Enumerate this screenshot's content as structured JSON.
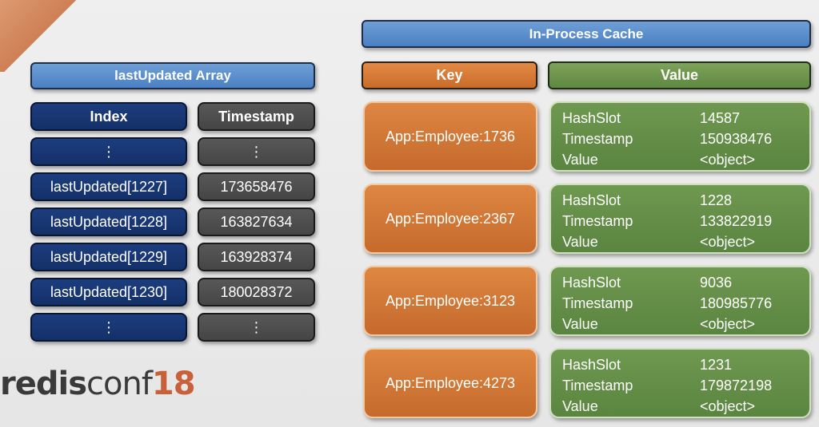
{
  "left": {
    "title": "lastUpdated Array",
    "col_index": "Index",
    "col_timestamp": "Timestamp",
    "ellipsis": "⋮",
    "rows": [
      {
        "index": "lastUpdated[1227]",
        "timestamp": "173658476"
      },
      {
        "index": "lastUpdated[1228]",
        "timestamp": "163827634"
      },
      {
        "index": "lastUpdated[1229]",
        "timestamp": "163928374"
      },
      {
        "index": "lastUpdated[1230]",
        "timestamp": "180028372"
      }
    ]
  },
  "right": {
    "title": "In-Process Cache",
    "key_header": "Key",
    "value_header": "Value",
    "labels": {
      "hashslot": "HashSlot",
      "timestamp": "Timestamp",
      "value": "Value"
    },
    "entries": [
      {
        "key": "App:Employee:1736",
        "hashslot": "14587",
        "timestamp": "150938476",
        "value": "<object>"
      },
      {
        "key": "App:Employee:2367",
        "hashslot": "1228",
        "timestamp": "133822919",
        "value": "<object>"
      },
      {
        "key": "App:Employee:3123",
        "hashslot": "9036",
        "timestamp": "180985776",
        "value": "<object>"
      },
      {
        "key": "App:Employee:4273",
        "hashslot": "1231",
        "timestamp": "179872198",
        "value": "<object>"
      }
    ]
  },
  "logo": {
    "part1": "redis",
    "part2": "conf",
    "part3": "18"
  }
}
